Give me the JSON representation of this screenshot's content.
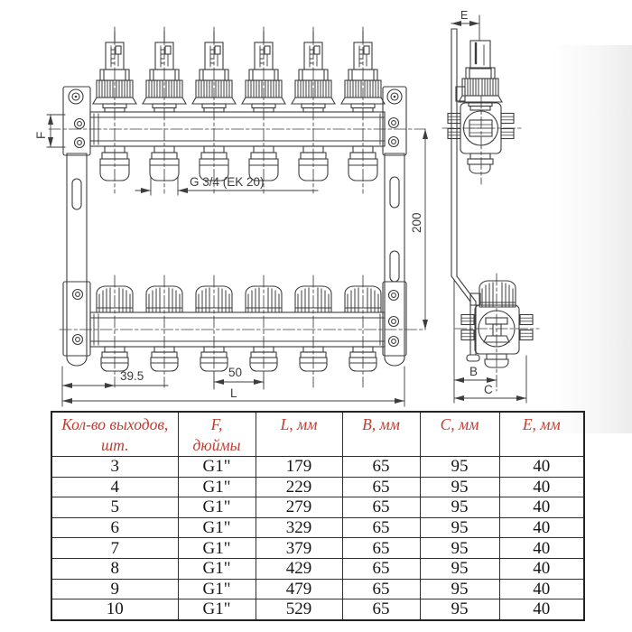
{
  "drawing": {
    "line_color": "#3c3c3c",
    "dims": {
      "L": "L",
      "F": "F",
      "E": "E",
      "B": "B",
      "C": "C",
      "center_distance": "200",
      "edge_offset": "39.5",
      "outlet_pitch": "50",
      "outlet_thread": "G 3/4 (EK 20)"
    }
  },
  "table": {
    "header_color": "#c13c31",
    "headers": [
      {
        "l1": "Кол-во выходов,",
        "l2": "шт."
      },
      {
        "l1": "F,",
        "l2": "дюймы"
      },
      {
        "l1": "L, мм",
        "l2": ""
      },
      {
        "l1": "B, мм",
        "l2": ""
      },
      {
        "l1": "C, мм",
        "l2": ""
      },
      {
        "l1": "E, мм",
        "l2": ""
      }
    ],
    "rows": [
      [
        "3",
        "G1\"",
        "179",
        "65",
        "95",
        "40"
      ],
      [
        "4",
        "G1\"",
        "229",
        "65",
        "95",
        "40"
      ],
      [
        "5",
        "G1\"",
        "279",
        "65",
        "95",
        "40"
      ],
      [
        "6",
        "G1\"",
        "329",
        "65",
        "95",
        "40"
      ],
      [
        "7",
        "G1\"",
        "379",
        "65",
        "95",
        "40"
      ],
      [
        "8",
        "G1\"",
        "429",
        "65",
        "95",
        "40"
      ],
      [
        "9",
        "G1\"",
        "479",
        "65",
        "95",
        "40"
      ],
      [
        "10",
        "G1\"",
        "529",
        "65",
        "95",
        "40"
      ]
    ]
  }
}
